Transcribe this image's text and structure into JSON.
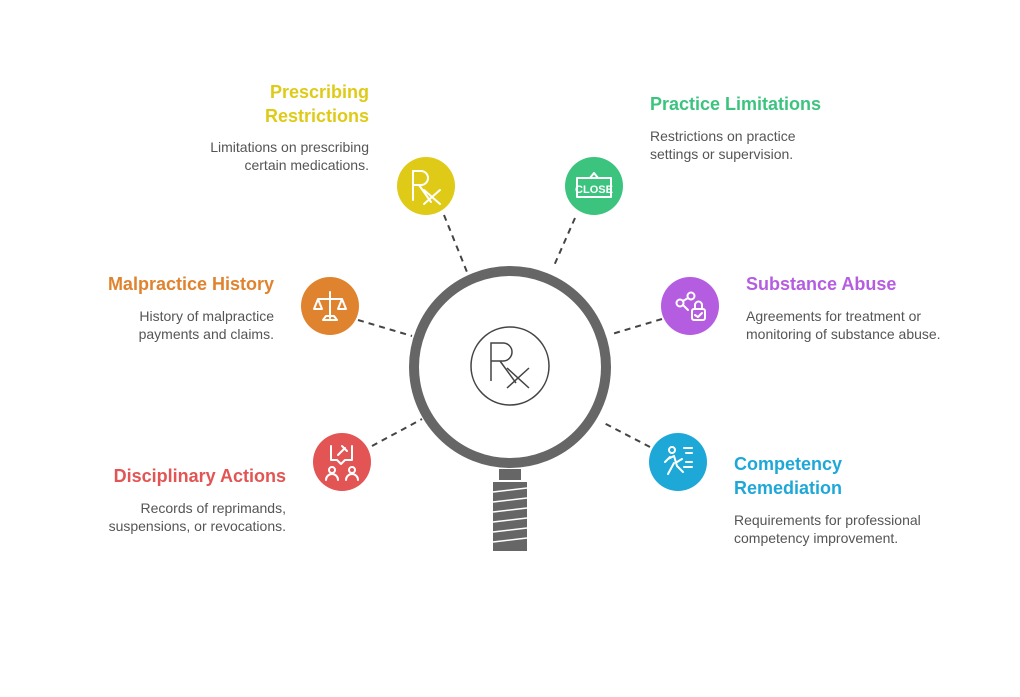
{
  "center_icon": "rx-icon",
  "items": [
    {
      "key": "prescribing",
      "title1": "Prescribing",
      "title2": "Restrictions",
      "desc1": "Limitations on prescribing",
      "desc2": "certain medications.",
      "color": "#DFCB17",
      "icon": "rx-icon"
    },
    {
      "key": "practice",
      "title1": "Practice Limitations",
      "desc1": "Restrictions on practice",
      "desc2": "settings or supervision.",
      "color": "#3CC47F",
      "icon": "close-sign-icon",
      "icon_text": "CLOSE"
    },
    {
      "key": "malpractice",
      "title1": "Malpractice History",
      "desc1": "History of malpractice",
      "desc2": "payments and claims.",
      "color": "#E0832F",
      "icon": "scales-icon"
    },
    {
      "key": "substance",
      "title1": "Substance Abuse",
      "desc1": "Agreements for treatment or",
      "desc2": "monitoring of substance abuse.",
      "color": "#B55DE0",
      "icon": "share-lock-icon"
    },
    {
      "key": "disciplinary",
      "title1": "Disciplinary Actions",
      "desc1": "Records of reprimands,",
      "desc2": "suspensions, or revocations.",
      "color": "#E35454",
      "icon": "gavel-meeting-icon"
    },
    {
      "key": "competency",
      "title1": "Competency",
      "title2": "Remediation",
      "desc1": "Requirements for professional",
      "desc2": "competency improvement.",
      "color": "#1EA8D8",
      "icon": "running-person-icon"
    }
  ]
}
